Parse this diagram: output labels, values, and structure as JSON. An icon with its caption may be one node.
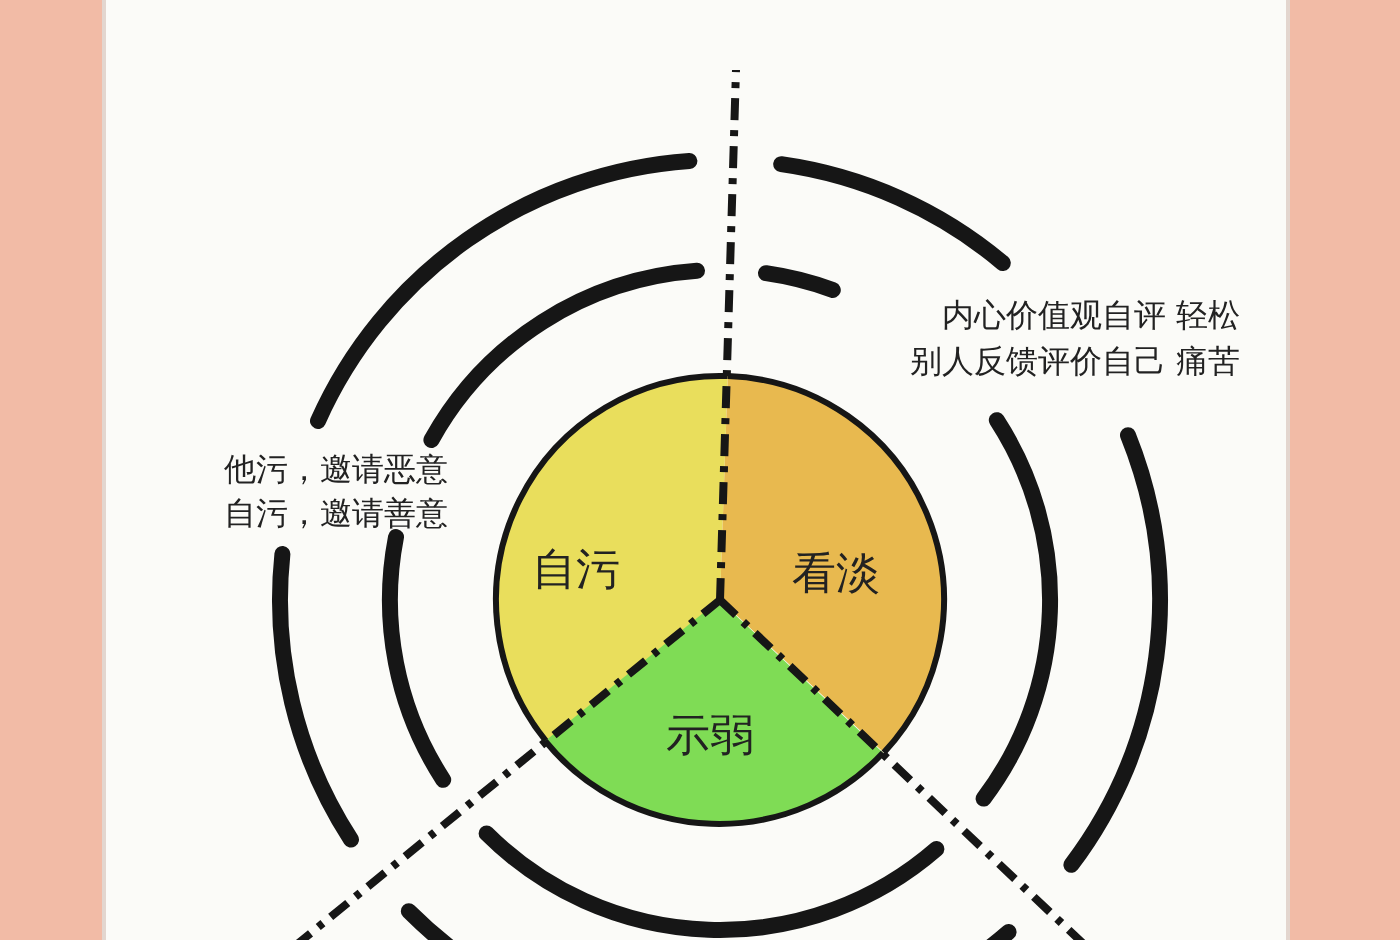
{
  "diagram": {
    "nodes": [
      {
        "text": [
          "自污"
        ]
      },
      {
        "text": [
          "看淡"
        ]
      },
      {
        "text": [
          "示弱"
        ]
      }
    ],
    "labels": [
      "内心价值观自评 轻松",
      "别人反馈评价自己 痛苦",
      "他污，邀请恶意",
      "自污，邀请善意"
    ]
  }
}
